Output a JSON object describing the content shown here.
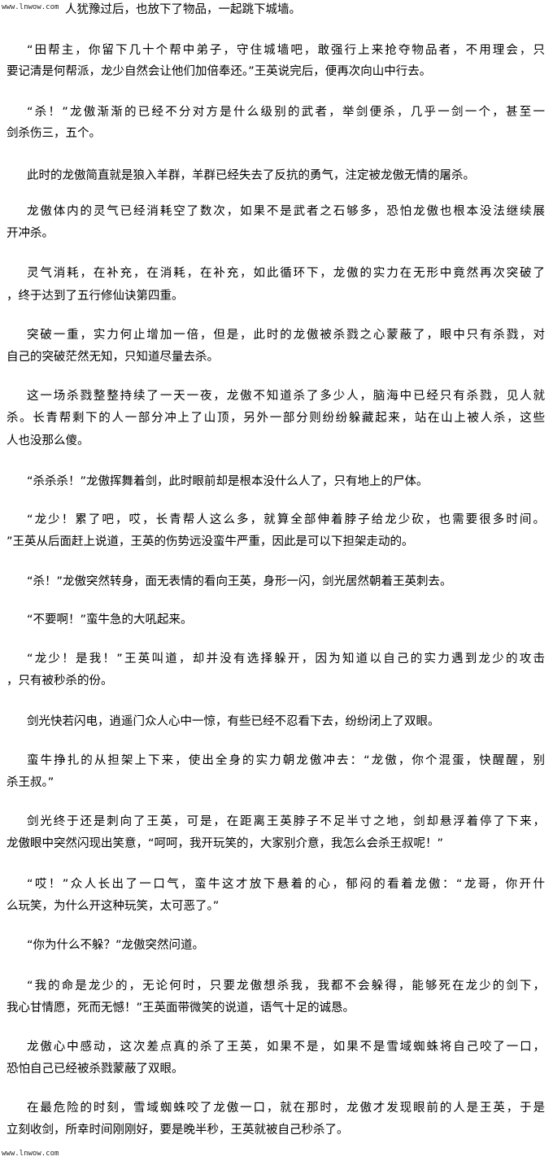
{
  "watermark": "www.lnwow.com",
  "paragraphs": [
    {
      "lines": [
        "人犹豫过后，也放下了物品，一起跳下城墙。"
      ]
    },
    {
      "lines": [
        "“田帮主，你留下几十个帮中弟子，守住城墙吧，敢强行上来抢夺物品者，不用理会，只",
        "要记清是何帮派，龙少自然会让他们加倍奉还。”王英说完后，便再次向山中行去。"
      ]
    },
    {
      "lines": [
        "“杀！”龙傲渐渐的已经不分对方是什么级别的武者，举剑便杀，几乎一剑一个，甚至一",
        "剑杀伤三，五个。"
      ]
    },
    {
      "lines": [
        "此时的龙傲简直就是狼入羊群，羊群已经失去了反抗的勇气，注定被龙傲无情的屠杀。"
      ]
    },
    {
      "lines": [
        "龙傲体内的灵气已经消耗空了数次，如果不是武者之石够多，恐怕龙傲也根本没法继续展",
        "开冲杀。"
      ]
    },
    {
      "lines": [
        "灵气消耗，在补充，在消耗，在补充，如此循环下，龙傲的实力在无形中竟然再次突破了",
        "，终于达到了五行修仙诀第四重。"
      ]
    },
    {
      "lines": [
        "突破一重，实力何止增加一倍，但是，此时的龙傲被杀戮之心蒙蔽了，眼中只有杀戮，对",
        "自己的突破茫然无知，只知道尽量去杀。"
      ]
    },
    {
      "lines": [
        "这一场杀戮整整持续了一天一夜，龙傲不知道杀了多少人，脑海中已经只有杀戮，见人就",
        "杀。长青帮剩下的人一部分冲上了山顶，另外一部分则纷纷躲藏起来，站在山上被人杀，这些",
        "人也没那么傻。"
      ]
    },
    {
      "lines": [
        "“杀杀杀！”龙傲挥舞着剑，此时眼前却是根本没什么人了，只有地上的尸体。"
      ]
    },
    {
      "lines": [
        "“龙少！累了吧，哎，长青帮人这么多，就算全部伸着脖子给龙少砍，也需要很多时间。",
        "”王英从后面赶上说道，王英的伤势远没蛮牛严重，因此是可以下担架走动的。"
      ]
    },
    {
      "lines": [
        "“杀！”龙傲突然转身，面无表情的看向王英，身形一闪，剑光居然朝着王英刺去。"
      ]
    },
    {
      "lines": [
        "“不要啊！”蛮牛急的大吼起来。"
      ]
    },
    {
      "lines": [
        "“龙少！是我！”王英叫道，却并没有选择躲开，因为知道以自己的实力遇到龙少的攻击",
        "，只有被秒杀的份。"
      ]
    },
    {
      "lines": [
        "剑光快若闪电，逍遥门众人心中一惊，有些已经不忍看下去，纷纷闭上了双眼。"
      ]
    },
    {
      "lines": [
        "蛮牛挣扎的从担架上下来，使出全身的实力朝龙傲冲去：“龙傲，你个混蛋，快醒醒，别",
        "杀王叔。”"
      ]
    },
    {
      "lines": [
        "剑光终于还是刺向了王英，可是，在距离王英脖子不足半寸之地，剑却悬浮着停了下来，",
        "龙傲眼中突然闪现出笑意，“呵呵，我开玩笑的，大家别介意，我怎么会杀王叔呢！”"
      ]
    },
    {
      "lines": [
        "“哎！”众人长出了一口气，蛮牛这才放下悬着的心，郁闷的看着龙傲：“龙哥，你开什",
        "么玩笑，为什么开这种玩笑，太可恶了。”"
      ]
    },
    {
      "lines": [
        "“你为什么不躲？”龙傲突然问道。"
      ]
    },
    {
      "lines": [
        "“我的命是龙少的，无论何时，只要龙傲想杀我，我都不会躲得，能够死在龙少的剑下，",
        "我心甘情愿，死而无憾！”王英面带微笑的说道，语气十足的诚恳。"
      ]
    },
    {
      "lines": [
        "龙傲心中感动，这次差点真的杀了王英，如果不是，如果不是雪域蜘蛛将自己咬了一口，",
        "恐怕自己已经被杀戮蒙蔽了双眼。"
      ]
    },
    {
      "lines": [
        "在最危险的时刻，雪域蜘蛛咬了龙傲一口，就在那时，龙傲才发现眼前的人是王英，于是",
        "立刻收剑，所幸时间刚刚好，要是晚半秒，王英就被自己秒杀了。"
      ]
    }
  ]
}
